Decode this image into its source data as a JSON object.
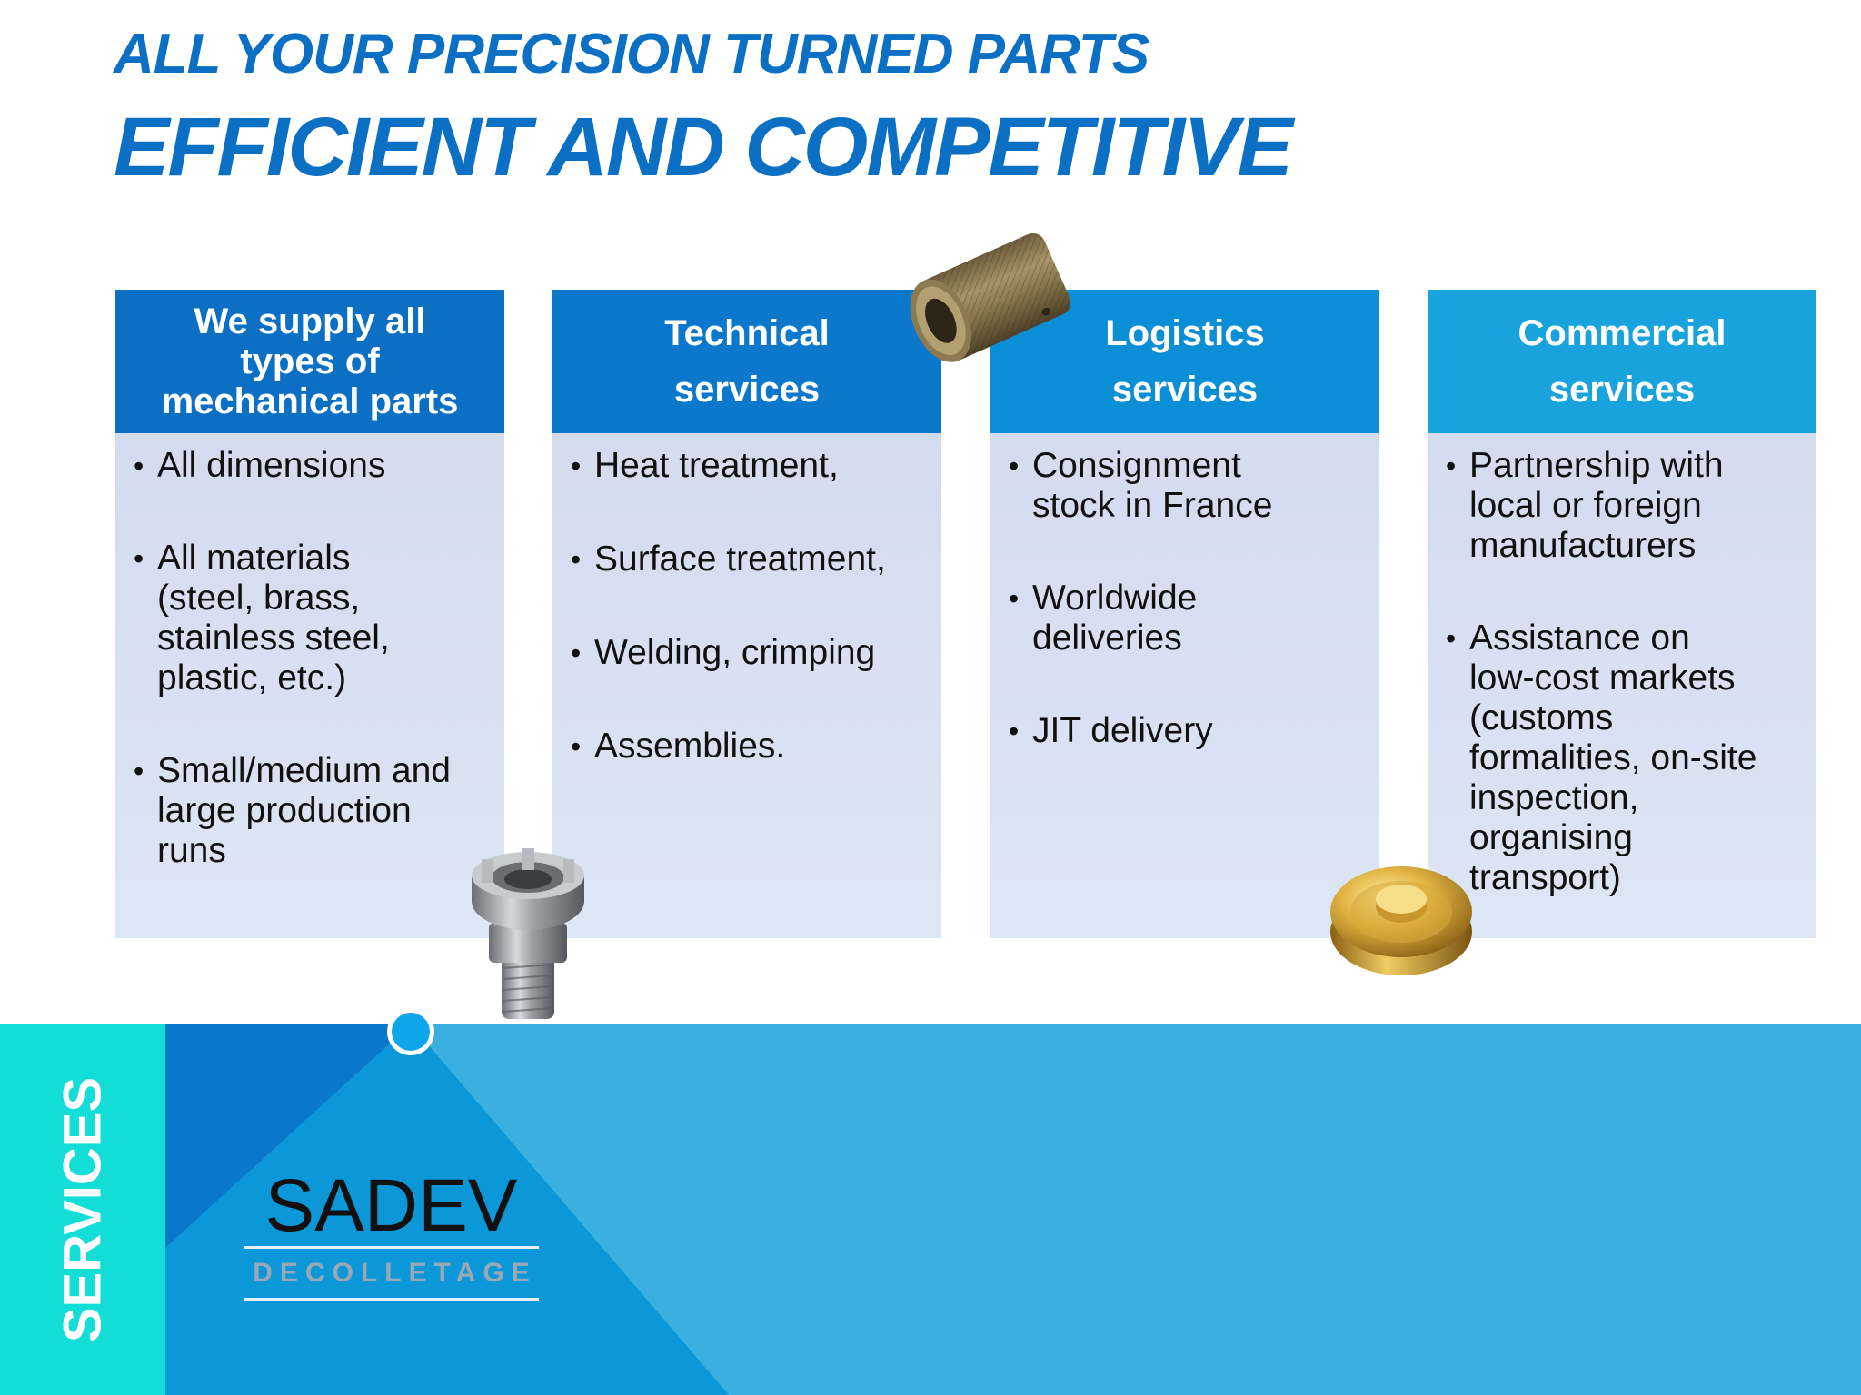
{
  "header": {
    "line1": "ALL YOUR PRECISION TURNED PARTS",
    "line2": "EFFICIENT AND COMPETITIVE"
  },
  "columns": [
    {
      "title_lines": [
        "We supply all",
        "types of",
        "mechanical parts"
      ],
      "color": "#0b6fc4",
      "items": [
        [
          "All dimensions"
        ],
        [
          "All materials",
          "(steel, brass,",
          "stainless steel,",
          "plastic, etc.)"
        ],
        [
          "Small/medium and",
          "large production",
          "runs"
        ]
      ]
    },
    {
      "title_lines": [
        "Technical",
        "services"
      ],
      "color": "#0b78cc",
      "items": [
        [
          "Heat treatment,"
        ],
        [
          "Surface treatment,"
        ],
        [
          "Welding, crimping"
        ],
        [
          "Assemblies."
        ]
      ]
    },
    {
      "title_lines": [
        "Logistics",
        "services"
      ],
      "color": "#0a8ed6",
      "items": [
        [
          "Consignment",
          "stock in France"
        ],
        [
          "Worldwide",
          "deliveries"
        ],
        [
          "JIT delivery"
        ]
      ]
    },
    {
      "title_lines": [
        "Commercial",
        "services"
      ],
      "color": "#19a3dd",
      "items": [
        [
          "Partnership with",
          "local or foreign",
          "manufacturers"
        ],
        [
          "Assistance on",
          "low-cost markets",
          "(customs",
          "formalities, on-site",
          "inspection,",
          "organising",
          "transport)"
        ]
      ]
    }
  ],
  "footer": {
    "section_label": "SERVICES",
    "colors": {
      "tab": "#12ddd6",
      "band": "#3bb0e0",
      "dark": "#0a78c8"
    }
  },
  "logo": {
    "name": "SADEV",
    "subtitle": "DECOLLETAGE"
  },
  "images": [
    "knurled-bushing-icon",
    "coupling-fitting-icon",
    "brass-cap-icon"
  ]
}
